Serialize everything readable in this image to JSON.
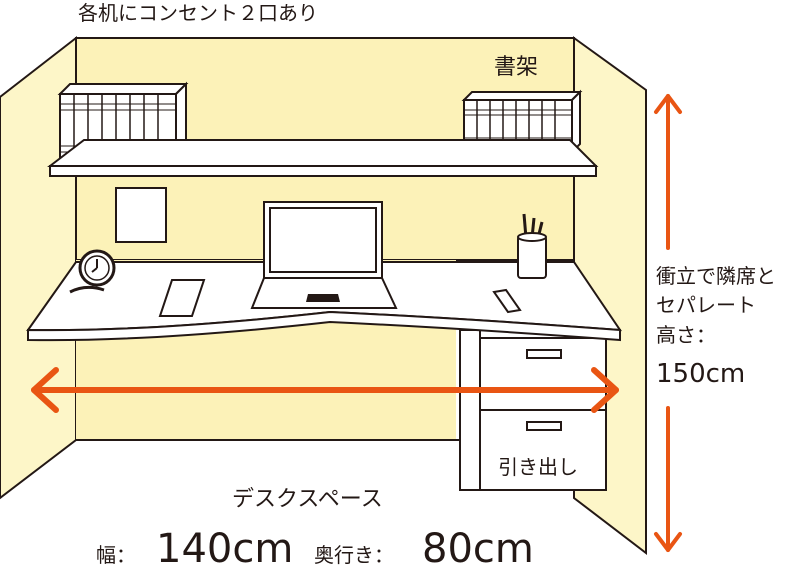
{
  "labels": {
    "outlets": "各机にコンセント２口あり",
    "bookshelf": "書架",
    "partition_line1": "衝立で隣席と",
    "partition_line2": "セパレート",
    "partition_line3": "高さ：",
    "partition_height": "150cm",
    "drawer": "引き出し",
    "desk_space": "デスクスペース",
    "width_label": "幅：",
    "width_value": "140cm",
    "depth_label": "奥行き：",
    "depth_value": "80cm"
  },
  "colors": {
    "partition": "#fdf6c8",
    "wall": "#fcf2b8",
    "accent_arrow": "#e95513",
    "outline": "#231815"
  }
}
